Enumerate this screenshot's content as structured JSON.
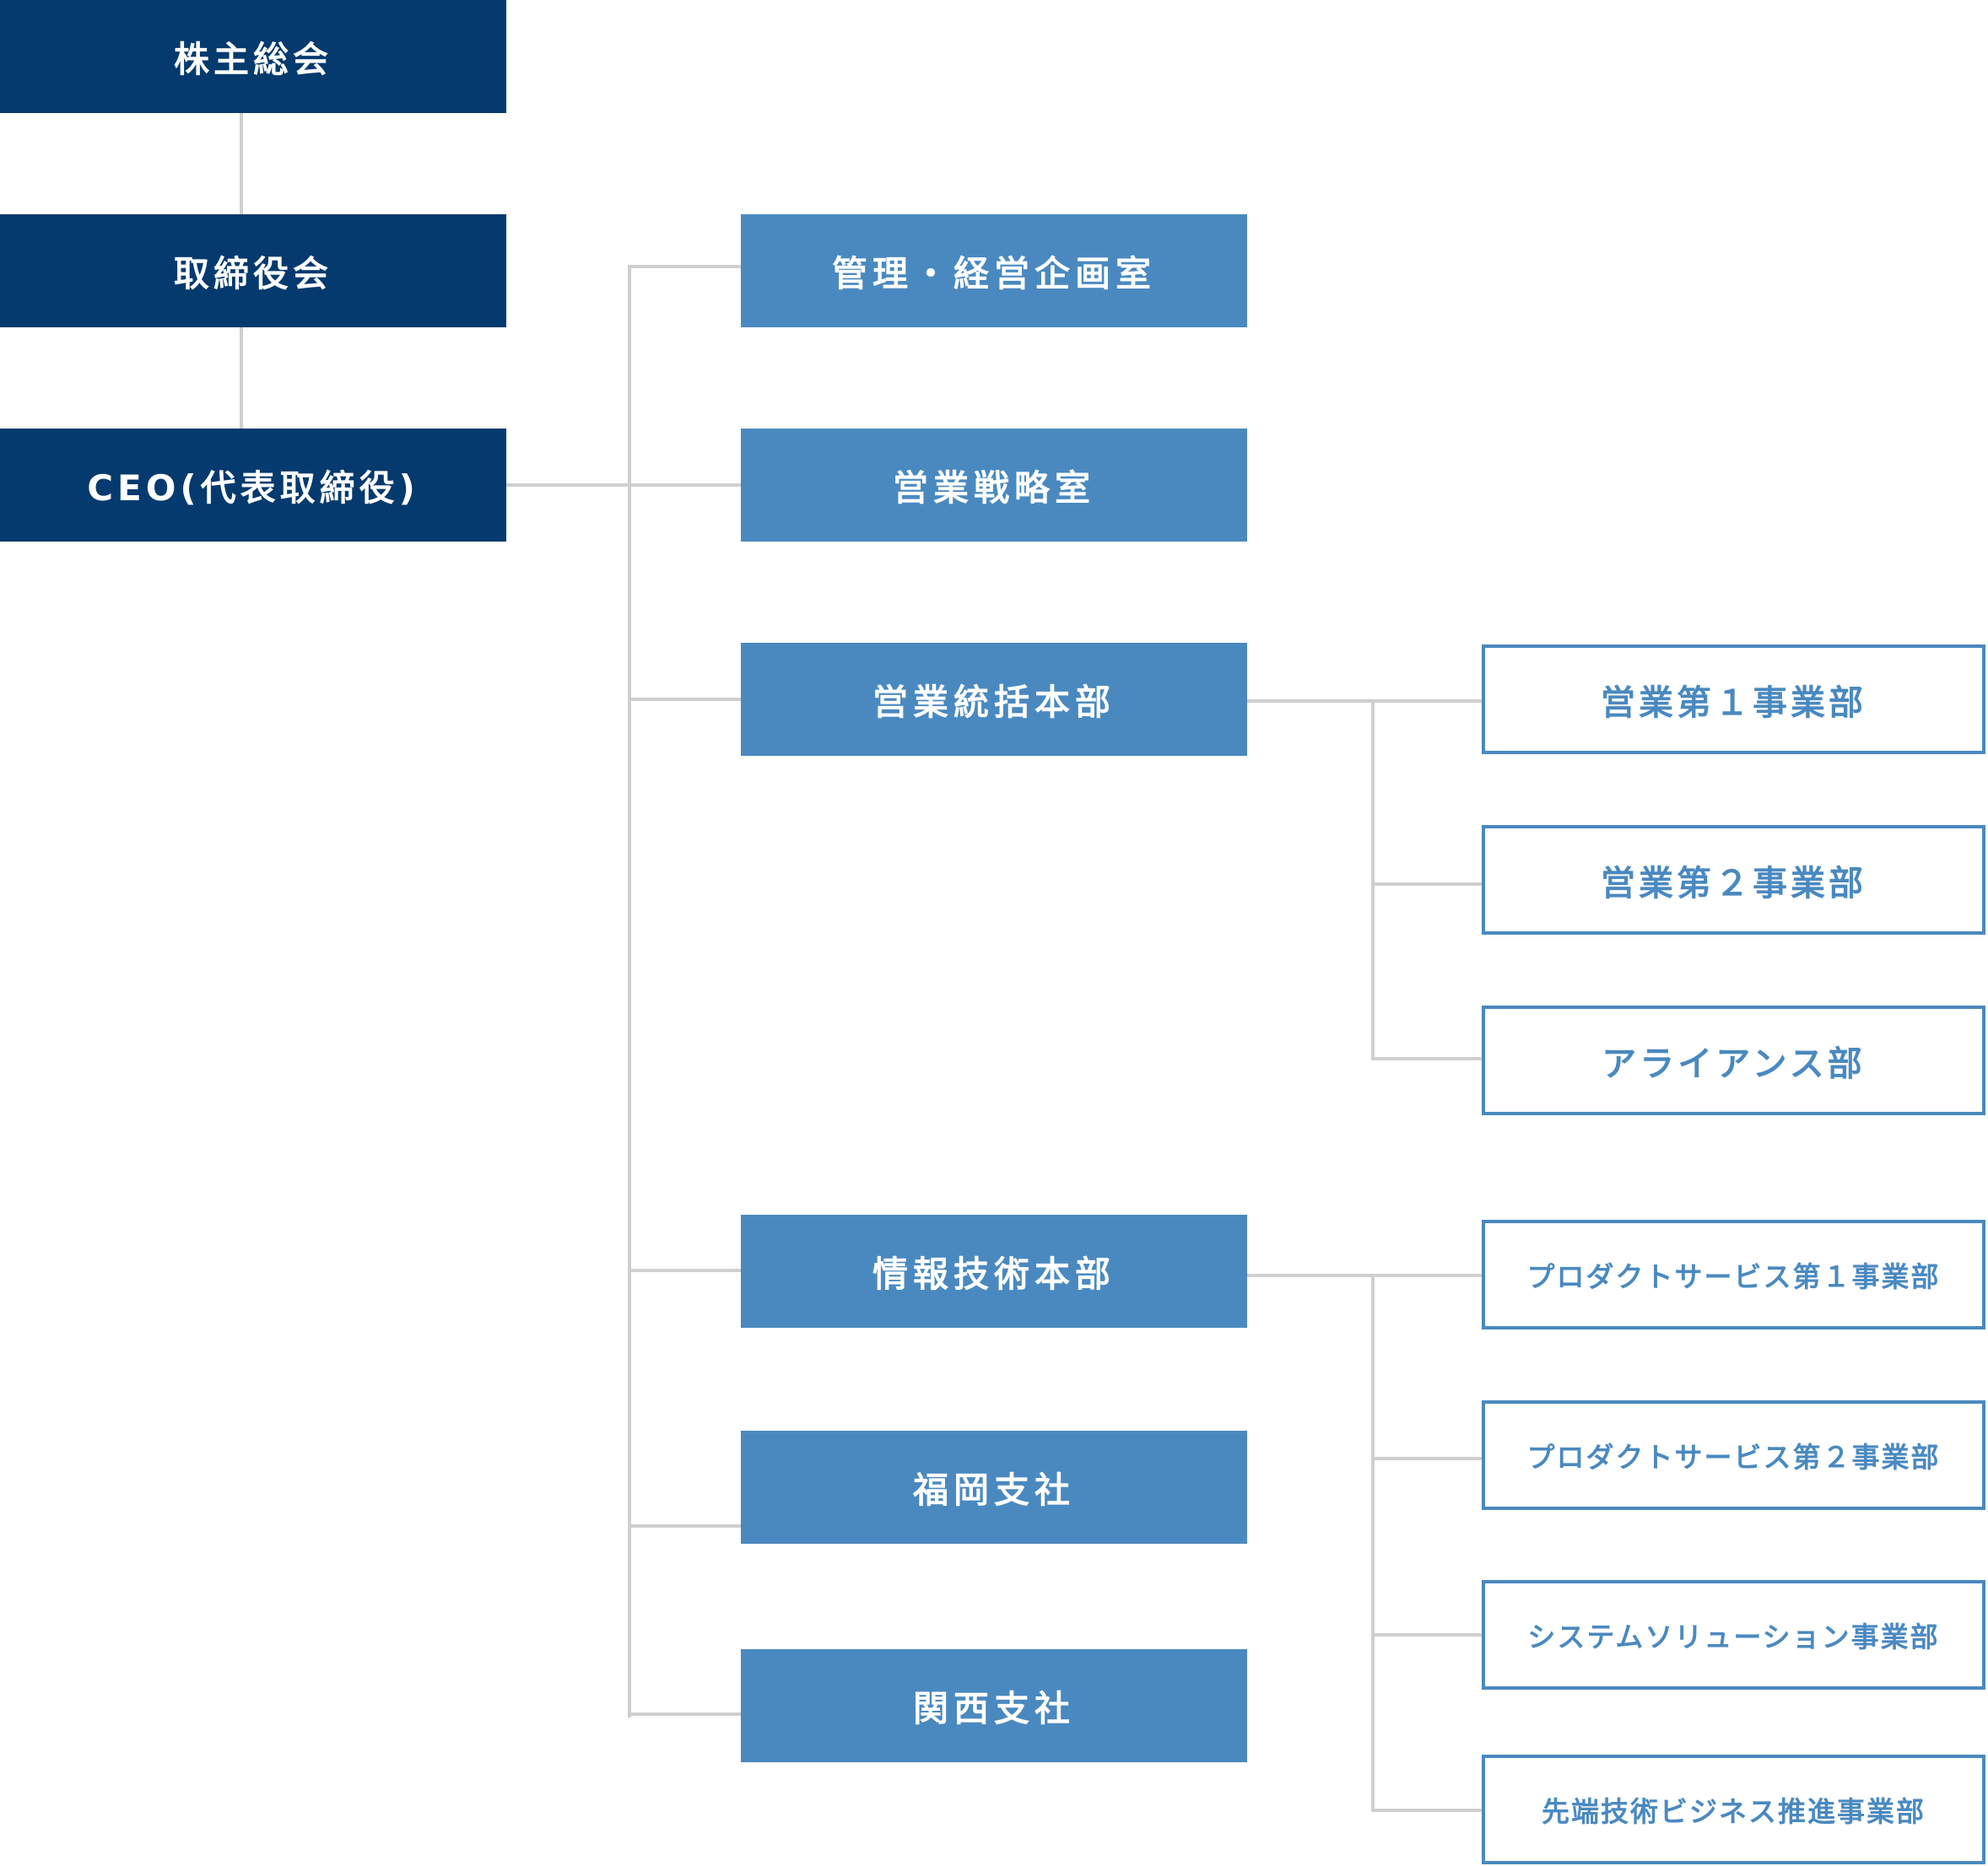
{
  "top": {
    "shareholders": "株主総会",
    "board": "取締役会",
    "ceo": "CEO(代表取締役)"
  },
  "divisions": {
    "management": "管理・経営企画室",
    "sales_strategy": "営業戦略室",
    "sales_hq": "営業統括本部",
    "it_hq": "情報技術本部",
    "fukuoka": "福岡支社",
    "kansai": "関西支社"
  },
  "sales_departments": {
    "sales1": "営業第１事業部",
    "sales2": "営業第２事業部",
    "alliance": "アライアンス部"
  },
  "it_departments": {
    "product1": "プロダクトサービス第１事業部",
    "product2": "プロダクトサービス第２事業部",
    "system_solution": "システムソリューション事業部",
    "advanced_tech": "先端技術ビジネス推進事業部"
  },
  "colors": {
    "executive_box": "#053a6e",
    "division_box": "#4a89c0",
    "department_border": "#4a89c0",
    "connector": "#cfcfcf"
  }
}
